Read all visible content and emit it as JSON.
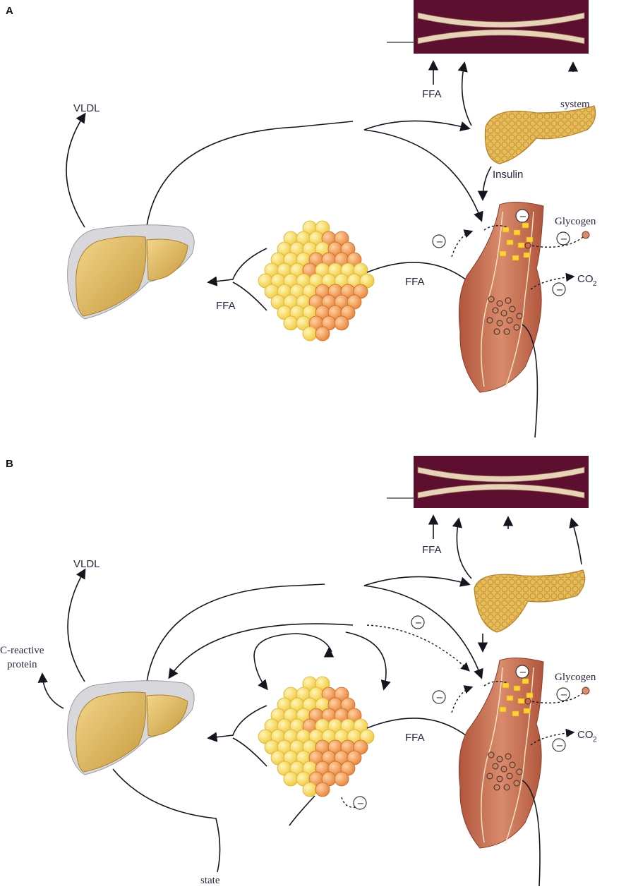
{
  "panels": [
    {
      "id": "A",
      "letter": "A",
      "labels": {
        "vldl": "VLDL",
        "ffa_vessel": "FFA",
        "ffa_liver": "FFA",
        "ffa_muscle": "FFA",
        "system": "system",
        "insulin": "Insulin",
        "glycogen": "Glycogen",
        "co2_main": "CO",
        "co2_sub": "2"
      }
    },
    {
      "id": "B",
      "letter": "B",
      "labels": {
        "vldl": "VLDL",
        "ffa_vessel": "FFA",
        "ffa_muscle": "FFA",
        "crp_line1": "C-reactive",
        "crp_line2": "protein",
        "glycogen": "Glycogen",
        "co2_main": "CO",
        "co2_sub": "2",
        "state": "state"
      }
    }
  ],
  "colors": {
    "vessel_wall": "#5c0f2e",
    "vessel_lining": "#e8d3b8",
    "pancreas": "#e0b458",
    "liver": "#d9b15c",
    "liver_capsule": "#d8d8dc",
    "adipocyte_yellow": "#f6de6a",
    "adipocyte_orange": "#f0a055",
    "muscle": "#c86a4e",
    "arrow": "#151520"
  },
  "inhibitor_symbol": "−"
}
